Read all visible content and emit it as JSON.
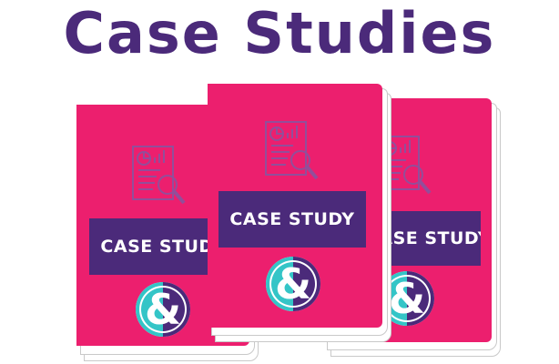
{
  "title": "Case Studies",
  "booklets": [
    {
      "label": "CASE STUDY",
      "logo_glyph": "&",
      "icon": "report-magnifier-icon"
    },
    {
      "label": "CASE STUDY",
      "logo_glyph": "&",
      "icon": "report-magnifier-icon"
    },
    {
      "label": "CASE STUDY",
      "logo_glyph": "&",
      "icon": "report-magnifier-icon"
    }
  ],
  "colors": {
    "title": "#4b2a7a",
    "cover": "#ec1f6e",
    "label_bg": "#4b2a7a",
    "logo_teal": "#34c5c7",
    "logo_purple": "#4b2a7a"
  }
}
